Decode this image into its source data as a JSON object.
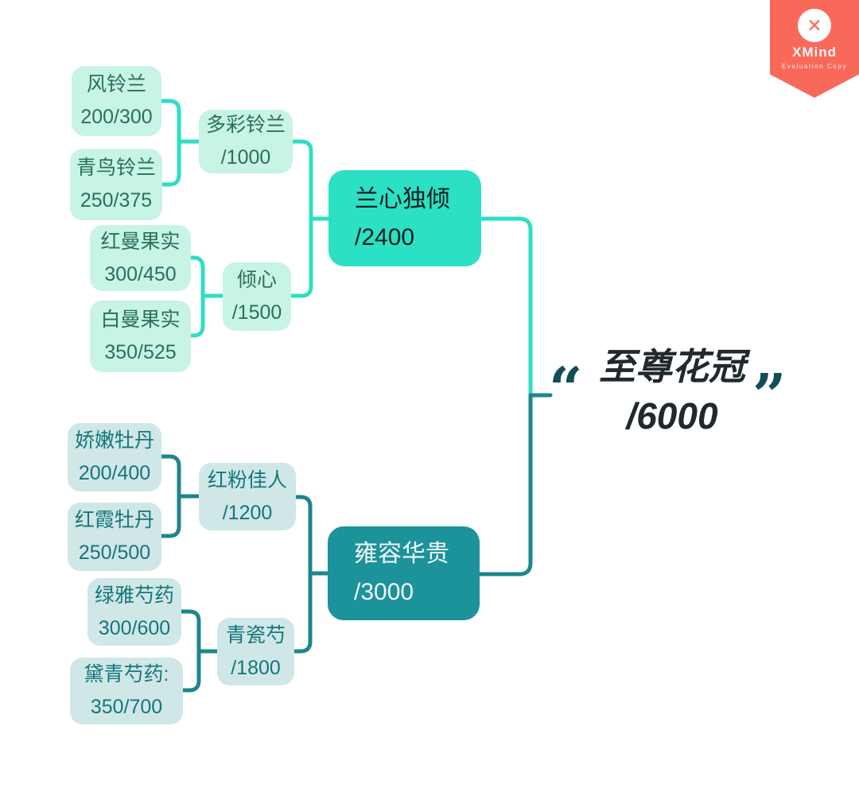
{
  "root": {
    "title": "至尊花冠",
    "price": "/6000"
  },
  "branches": [
    {
      "name": "兰心独倾",
      "price": "/2400",
      "children": [
        {
          "name": "多彩铃兰",
          "price": "/1000",
          "children": [
            {
              "name": "风铃兰",
              "price": "200/300"
            },
            {
              "name": "青鸟铃兰",
              "price": "250/375"
            }
          ]
        },
        {
          "name": "倾心",
          "price": "/1500",
          "children": [
            {
              "name": "红曼果实",
              "price": "300/450"
            },
            {
              "name": "白曼果实",
              "price": "350/525"
            }
          ]
        }
      ]
    },
    {
      "name": "雍容华贵",
      "price": "/3000",
      "children": [
        {
          "name": "红粉佳人",
          "price": "/1200",
          "children": [
            {
              "name": "娇嫩牡丹",
              "price": "200/400"
            },
            {
              "name": "红霞牡丹",
              "price": "250/500"
            }
          ]
        },
        {
          "name": "青瓷芍",
          "price": "/1800",
          "children": [
            {
              "name": "绿雅芍药",
              "price": "300/600"
            },
            {
              "name": "黛青芍药:",
              "price": "350/700"
            }
          ]
        }
      ]
    }
  ],
  "watermark": {
    "app": "XMind",
    "label": "Evaluation Copy"
  },
  "icons": {
    "open_quote": "“",
    "close_quote": "”",
    "logo_x": "✕"
  },
  "colors": {
    "branch_top_fill": "#2ce0c4",
    "branch_bottom_fill": "#1c929b",
    "subtopic_top_fill": "#c8f4e4",
    "subtopic_bottom_fill": "#cfe7e6",
    "line_top": "#2edec2",
    "line_bottom": "#1e858b",
    "quote": "#114e56",
    "watermark_fill": "#f9695a"
  }
}
